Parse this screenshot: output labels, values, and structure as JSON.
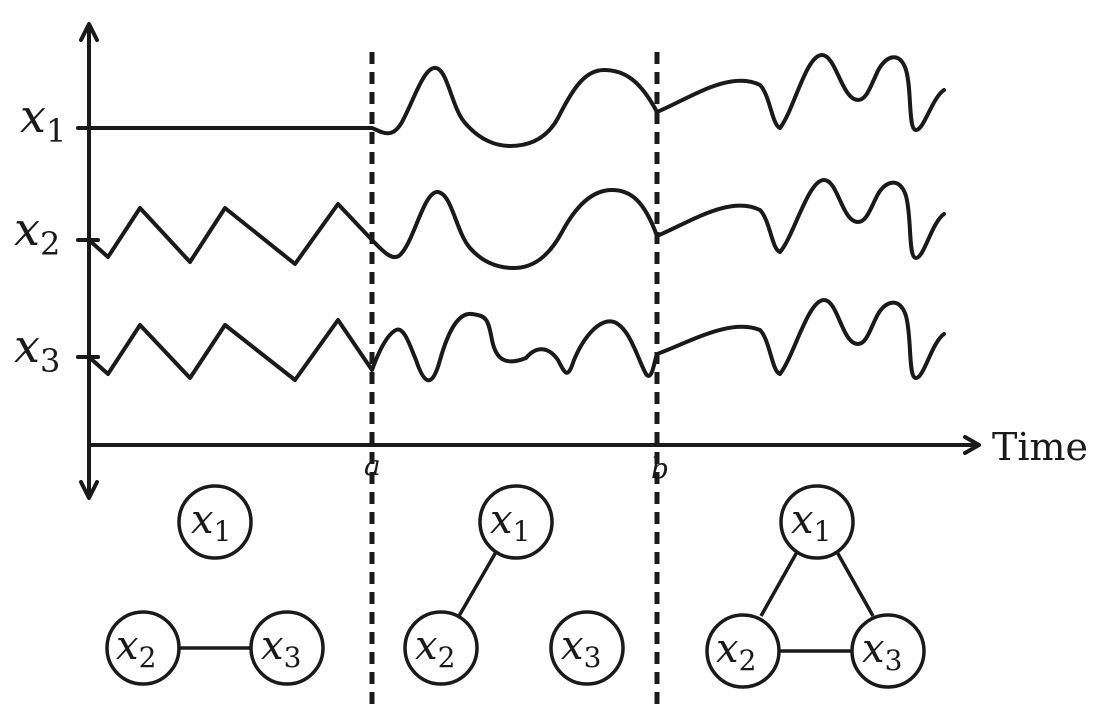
{
  "axis": {
    "x_label": "Time",
    "breakpoints": [
      "a",
      "b"
    ]
  },
  "series": [
    {
      "var": "x",
      "index": "1"
    },
    {
      "var": "x",
      "index": "2"
    },
    {
      "var": "x",
      "index": "3"
    }
  ],
  "graphs": [
    {
      "segment": "before a",
      "edges": [
        [
          "x2",
          "x3"
        ]
      ]
    },
    {
      "segment": "a to b",
      "edges": [
        [
          "x1",
          "x2"
        ]
      ]
    },
    {
      "segment": "after b",
      "edges": [
        [
          "x1",
          "x2"
        ],
        [
          "x1",
          "x3"
        ],
        [
          "x2",
          "x3"
        ]
      ]
    }
  ],
  "nodes": {
    "var": "x",
    "i1": "1",
    "i2": "2",
    "i3": "3"
  }
}
